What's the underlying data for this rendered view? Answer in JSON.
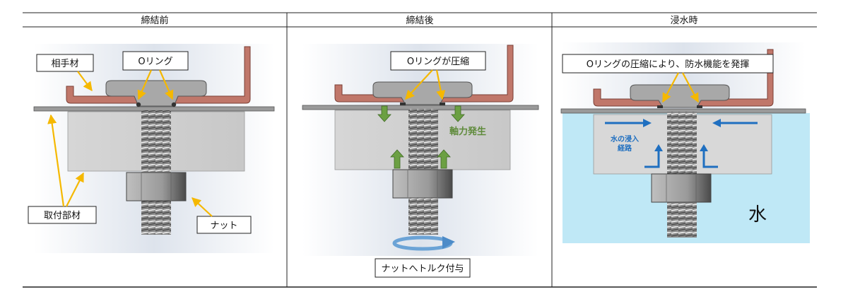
{
  "panels": [
    {
      "header": "締結前",
      "labels": {
        "mating_part": "相手材",
        "oring": "Oリング",
        "mounting_part": "取付部材",
        "nut": "ナット"
      }
    },
    {
      "header": "締結後",
      "labels": {
        "oring_compressed": "Oリングが圧縮",
        "axial_force": "軸力発生",
        "nut_torque": "ナットへトルク付与"
      }
    },
    {
      "header": "浸水時",
      "labels": {
        "waterproof": "Oリングの圧縮により、防水機能を発揮",
        "intrusion_line1": "水の浸入",
        "intrusion_line2": "経路",
        "water": "水"
      }
    }
  ],
  "colors": {
    "leader": "#F5B800",
    "compress_arrow": "#6CA043",
    "axial_text": "#5E8A3A",
    "water": "#BFE8F6",
    "water_arrow": "#1F6FC0",
    "mating": "#C0776A",
    "torque_arrow": "#6BA3D6"
  }
}
